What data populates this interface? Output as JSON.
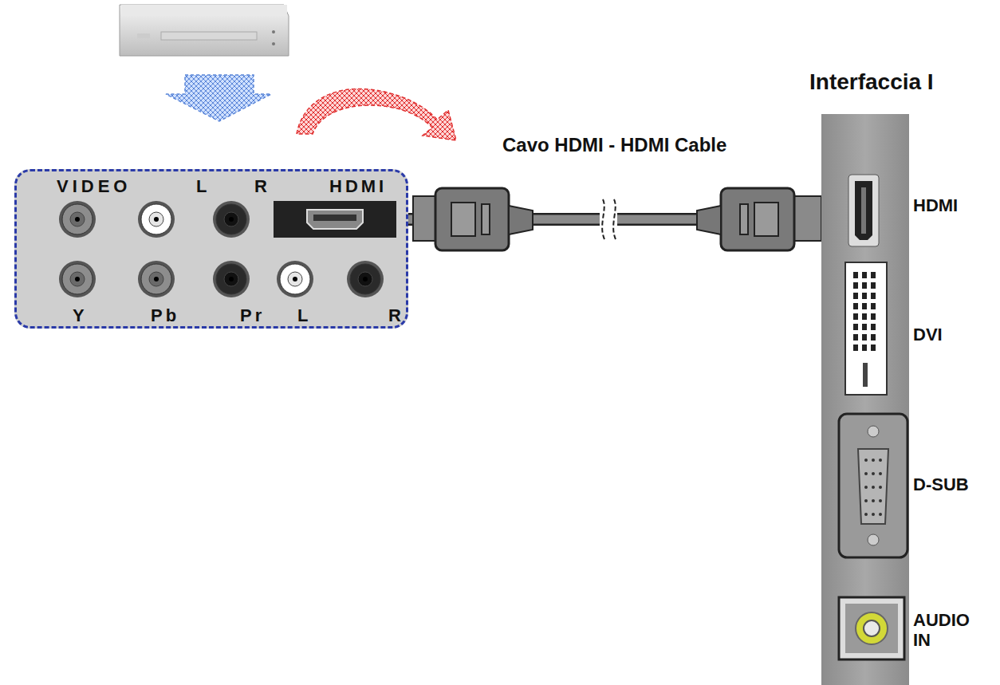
{
  "diagram": {
    "nodes": [
      {
        "text": [
          "VIDEO",
          "L",
          "R",
          "HDMI",
          "Y",
          "Pb",
          "Pr",
          "L",
          "R"
        ]
      },
      {
        "text": [
          "Interfaccia I",
          "HDMI",
          "DVI",
          "D-SUB",
          "AUDIO IN"
        ]
      }
    ],
    "edges": [
      {
        "from": 0,
        "to": 1,
        "arrow": "none",
        "label": "Cavo HDMI - HDMI Cable"
      }
    ]
  }
}
